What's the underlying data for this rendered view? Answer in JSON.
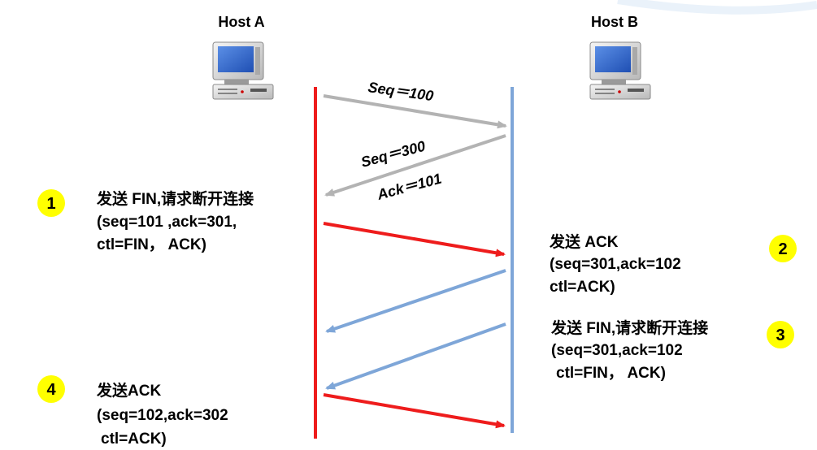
{
  "hosts": {
    "a": {
      "label": "Host A",
      "line_color": "#ee1c1c"
    },
    "b": {
      "label": "Host B",
      "line_color": "#7ea6d8"
    }
  },
  "handshake_messages": {
    "syn_seq": "Seq＝100",
    "synack_seq": "Seq＝300",
    "synack_ack": "Ack＝101"
  },
  "steps": [
    {
      "number": "1",
      "lines": [
        "发送 FIN,请求断开连接",
        "(seq=101 ,ack=301,",
        "ctl=FIN， ACK)"
      ]
    },
    {
      "number": "2",
      "lines": [
        "发送 ACK",
        "(seq=301,ack=102",
        "ctl=ACK)"
      ]
    },
    {
      "number": "3",
      "lines": [
        "发送 FIN,请求断开连接",
        "(seq=301,ack=102",
        "ctl=FIN， ACK)"
      ]
    },
    {
      "number": "4",
      "lines": [
        "发送ACK",
        "(seq=102,ack=302",
        "ctl=ACK)"
      ]
    }
  ],
  "colors": {
    "gray_arrow": "#b3b3b3",
    "red_arrow": "#ee1c1c",
    "blue_arrow": "#7ea6d8",
    "step_badge": "#ffff00"
  },
  "icons": {
    "host_a": "desktop-computer-icon",
    "host_b": "desktop-computer-icon"
  }
}
